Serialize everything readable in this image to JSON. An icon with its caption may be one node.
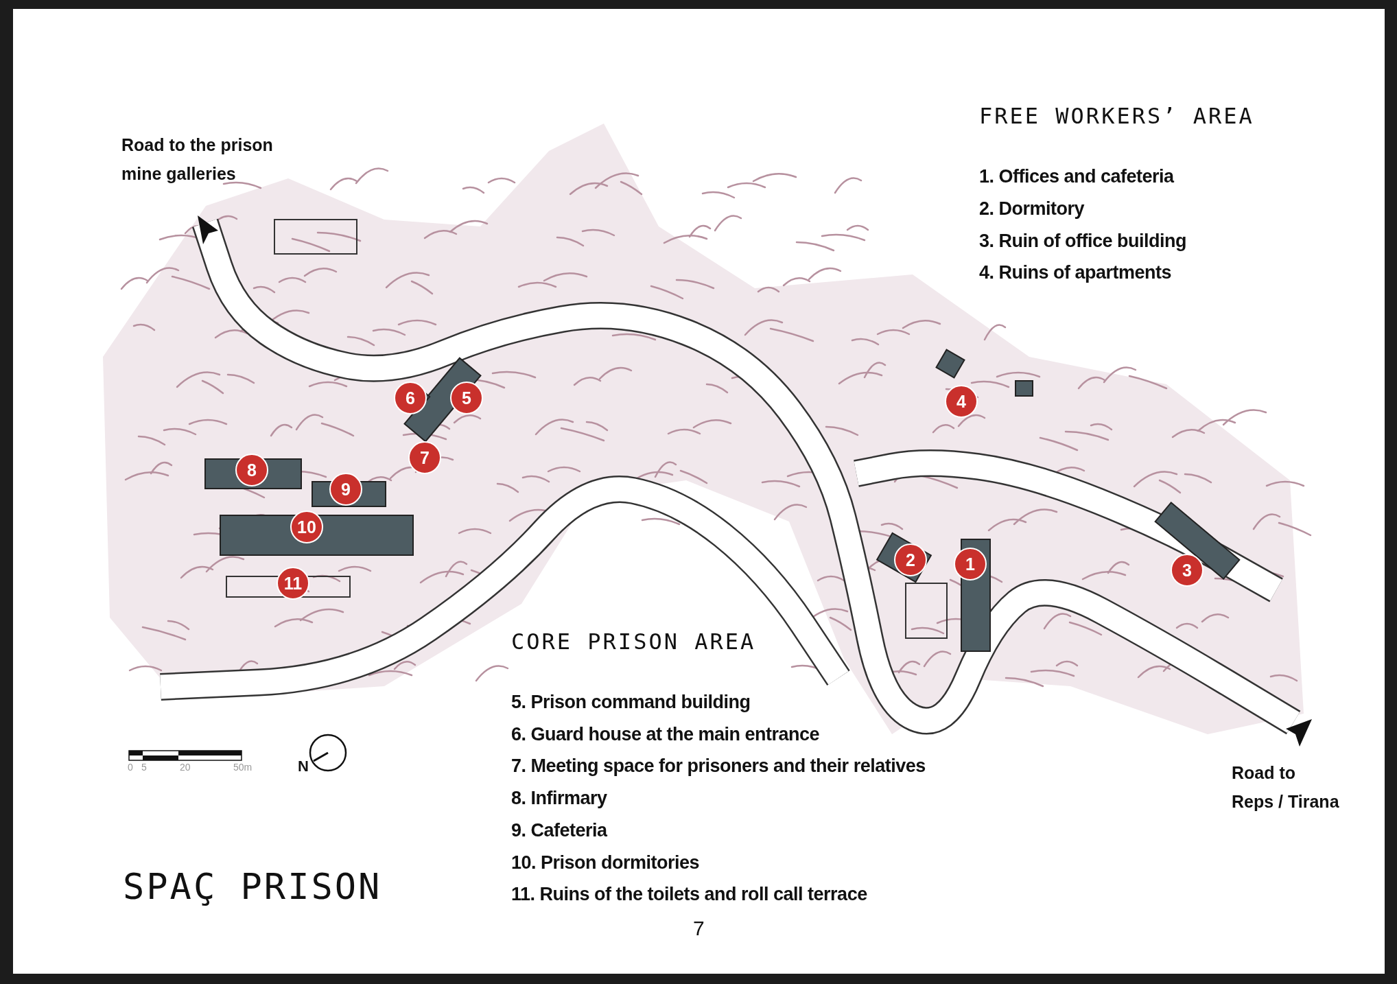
{
  "diagram": {
    "title": "SPAÇ PRISON",
    "labels": [
      "Road to the prison mine galleries",
      "FREE WORKERS’ AREA",
      "1. Offices and cafeteria",
      "2. Dormitory",
      "3. Ruin of office building",
      "4. Ruins of apartments",
      "6",
      "5",
      "4",
      "7",
      "8",
      "9",
      "10",
      "2",
      "1",
      "3",
      "11",
      "CORE PRISON AREA",
      "5. Prison command building",
      "6. Guard house at the main entrance",
      "7. Meeting space for prisoners and their relatives",
      "8. Infirmary",
      "9. Cafeteria",
      "10. Prison dormitories",
      "11. Ruins of the toilets and roll call terrace",
      "Road to Reps / Tirana",
      "0",
      "5",
      "20",
      "50m",
      "N",
      "7"
    ]
  }
}
